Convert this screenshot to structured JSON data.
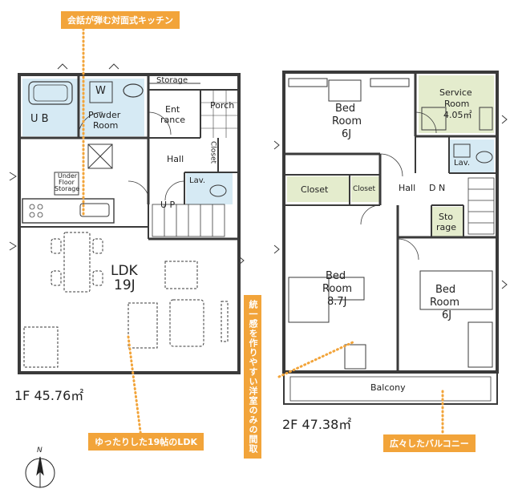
{
  "callouts": {
    "kitchen": "会話が弾む対面式キッチン",
    "ldk": "ゆったりした19帖のLDK",
    "unity": "統一感を作りやすい洋室のみの間取",
    "balcony": "広々したバルコニー"
  },
  "floor1": {
    "area": "1F 45.76㎡",
    "rooms": {
      "ub": "U B",
      "w": "W",
      "powder1": "Powder",
      "powder2": "Room",
      "storage": "Storage",
      "entrance1": "Ent",
      "entrance2": "rance",
      "porch": "Porch",
      "hall": "Hall",
      "closet": "Closet",
      "underfloor1": "Under",
      "underfloor2": "Floor",
      "underfloor3": "Storage",
      "lav": "Lav.",
      "up": "U P",
      "ldk1": "LDK",
      "ldk2": "19J"
    }
  },
  "floor2": {
    "area": "2F 47.38㎡",
    "rooms": {
      "bed1a": "Bed",
      "bed1b": "Room",
      "bed1c": "6J",
      "service1": "Service",
      "service2": "Room",
      "service3": "4.05㎡",
      "closet_big": "Closet",
      "closet_small": "Closet",
      "hall": "Hall",
      "dn": "D N",
      "lav": "Lav.",
      "storage1": "Sto",
      "storage2": "rage",
      "bed2a": "Bed",
      "bed2b": "Room",
      "bed2c": "8.7J",
      "bed3a": "Bed",
      "bed3b": "Room",
      "bed3c": "6J",
      "balcony": "Balcony"
    }
  },
  "compass": {
    "label": "N"
  },
  "colors": {
    "accent": "#f2a43a",
    "tint_wet": "#d6eaf4",
    "tint_closet": "#e4eccd",
    "wall": "#3a3a3a"
  }
}
